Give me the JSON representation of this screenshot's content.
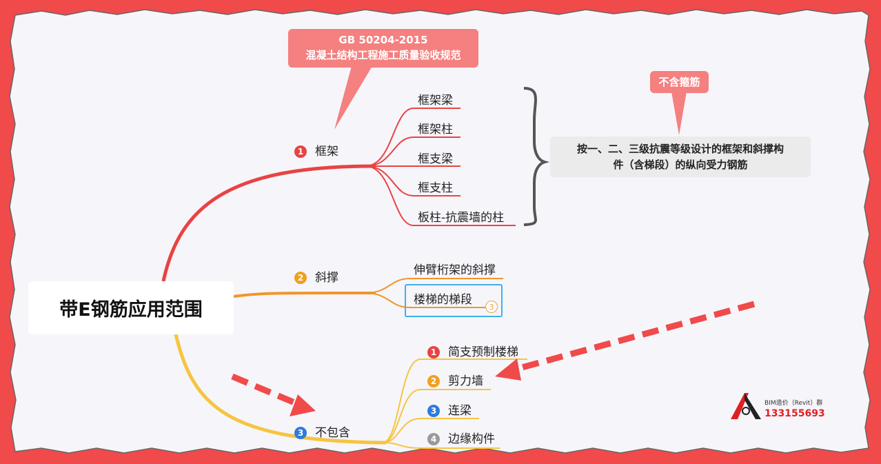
{
  "root": {
    "title": "带E钢筋应用范围"
  },
  "branches": [
    {
      "num": "1",
      "label": "框架",
      "color": "#e84343",
      "children": [
        "框架梁",
        "框架柱",
        "框支梁",
        "框支柱",
        "板柱-抗震墙的柱"
      ]
    },
    {
      "num": "2",
      "label": "斜撑",
      "color": "#f0a020",
      "children": [
        "伸臂桁架的斜撑",
        "楼梯的梯段"
      ],
      "child_badge": "3"
    },
    {
      "num": "3",
      "label": "不包含",
      "color": "#2d7be0",
      "children": [
        {
          "num": "1",
          "label": "简支预制楼梯"
        },
        {
          "num": "2",
          "label": "剪力墙"
        },
        {
          "num": "3",
          "label": "连梁"
        },
        {
          "num": "4",
          "label": "边缘构件"
        }
      ]
    }
  ],
  "callouts": {
    "standard": {
      "line1": "GB 50204-2015",
      "line2": "混凝土结构工程施工质量验收规范"
    },
    "exclude_stirrup": "不含箍筋",
    "note": {
      "line1": "按一、二、三级抗震等级设计的框架和斜撑构",
      "line2": "件（含梯段）的纵向受力钢筋"
    }
  },
  "watermark": {
    "line1": "BIM造价（Revit）群",
    "line2": "133155693"
  }
}
